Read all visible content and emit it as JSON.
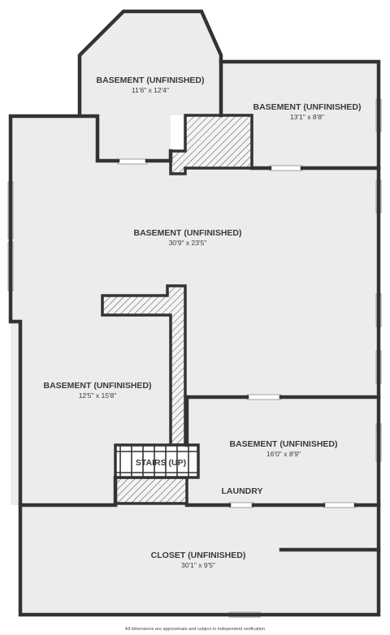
{
  "rooms": {
    "octagon": {
      "name": "BASEMENT (UNFINISHED)",
      "dim": "11'6\" x 12'4\""
    },
    "upper_right": {
      "name": "BASEMENT (UNFINISHED)",
      "dim": "13'1\" x 8'8\""
    },
    "main": {
      "name": "BASEMENT (UNFINISHED)",
      "dim": "30'9\" x 23'5\""
    },
    "lower_left": {
      "name": "BASEMENT (UNFINISHED)",
      "dim": "12'5\" x 15'8\""
    },
    "lower_right": {
      "name": "BASEMENT (UNFINISHED)",
      "dim": "16'0\" x 8'9\""
    },
    "closet": {
      "name": "CLOSET (UNFINISHED)",
      "dim": "30'1\" x 9'5\""
    }
  },
  "labels": {
    "stairs": "STAIRS (UP)",
    "laundry": "LAUNDRY"
  },
  "footer": {
    "disclaimer": "All dimensions are approximate and subject to independent verification"
  },
  "colors": {
    "wall": "#333333",
    "floor": "#ececec",
    "background": "#ffffff"
  }
}
